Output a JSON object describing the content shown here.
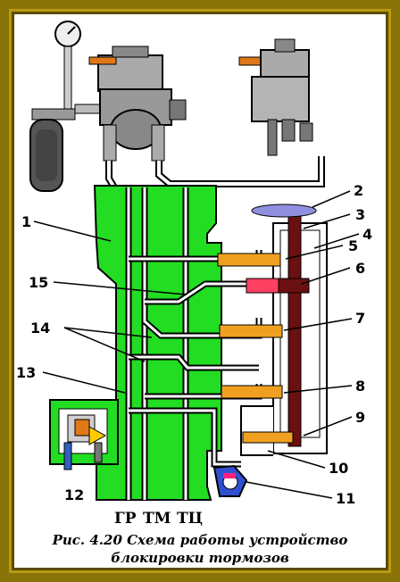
{
  "labels": [
    "1",
    "2",
    "3",
    "4",
    "5",
    "6",
    "7",
    "8",
    "9",
    "10",
    "11",
    "12",
    "13",
    "14",
    "15"
  ],
  "bottom_labels": [
    "ГР",
    "ТМ",
    "ТЦ"
  ],
  "caption": {
    "line1": "Рис. 4.20  Схема работы устройство",
    "line2": "блокировки тормозов"
  },
  "colors": {
    "body": "#22dd22",
    "channel": "#ffffff",
    "outline": "#000000",
    "rod": "#6a1010",
    "piston": "#f0a020",
    "cap": "#9090e0",
    "frame": "#8a7308"
  }
}
